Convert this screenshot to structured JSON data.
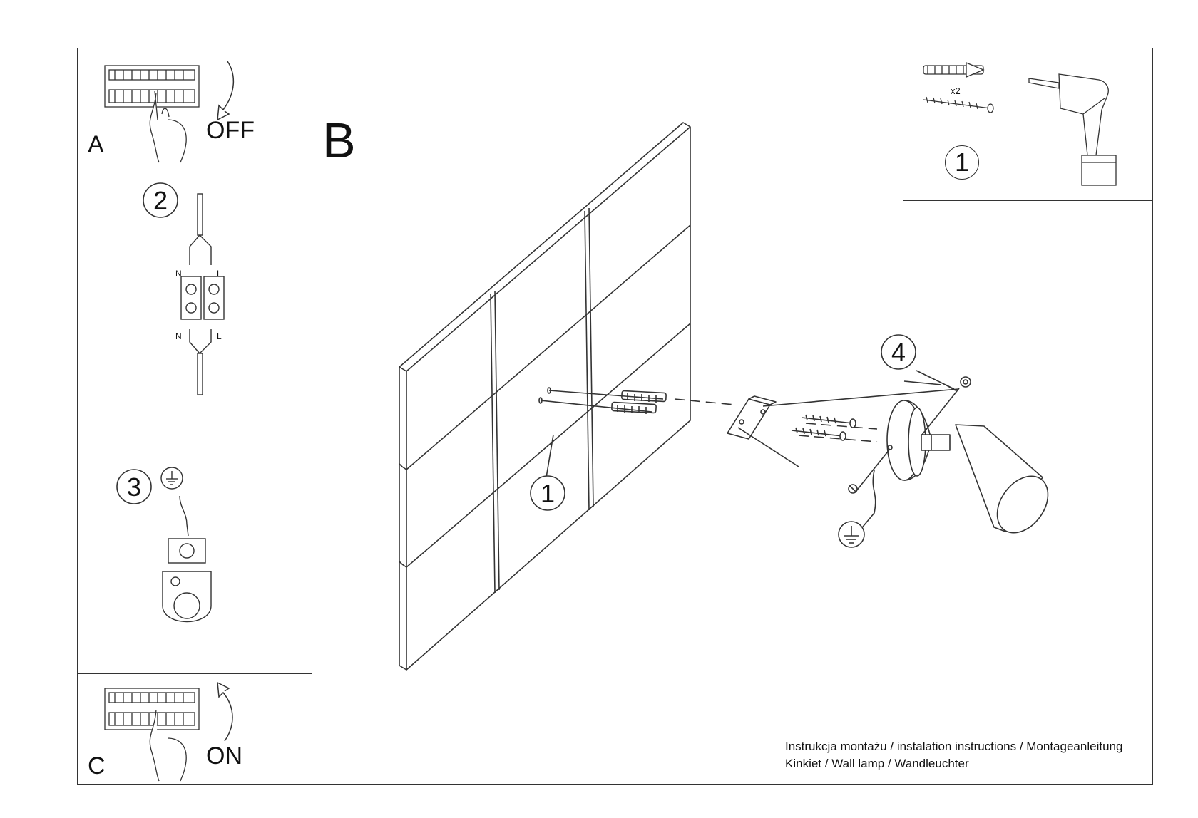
{
  "panels": {
    "a": {
      "letter": "A",
      "state": "OFF"
    },
    "b": {
      "letter": "B"
    },
    "c": {
      "letter": "C",
      "state": "ON"
    }
  },
  "steps": {
    "tools": "1",
    "wiring": "2",
    "ground": "3",
    "dowels": "1",
    "screw": "4"
  },
  "wiring_labels": {
    "neutral": "N",
    "live": "L"
  },
  "tools_quantity": "x2",
  "footer": {
    "line1": "Instrukcja montażu / instalation instructions / Montageanleitung",
    "line2": "Kinkiet / Wall lamp / Wandleuchter"
  },
  "colors": {
    "line": "#333333",
    "background": "#ffffff"
  }
}
